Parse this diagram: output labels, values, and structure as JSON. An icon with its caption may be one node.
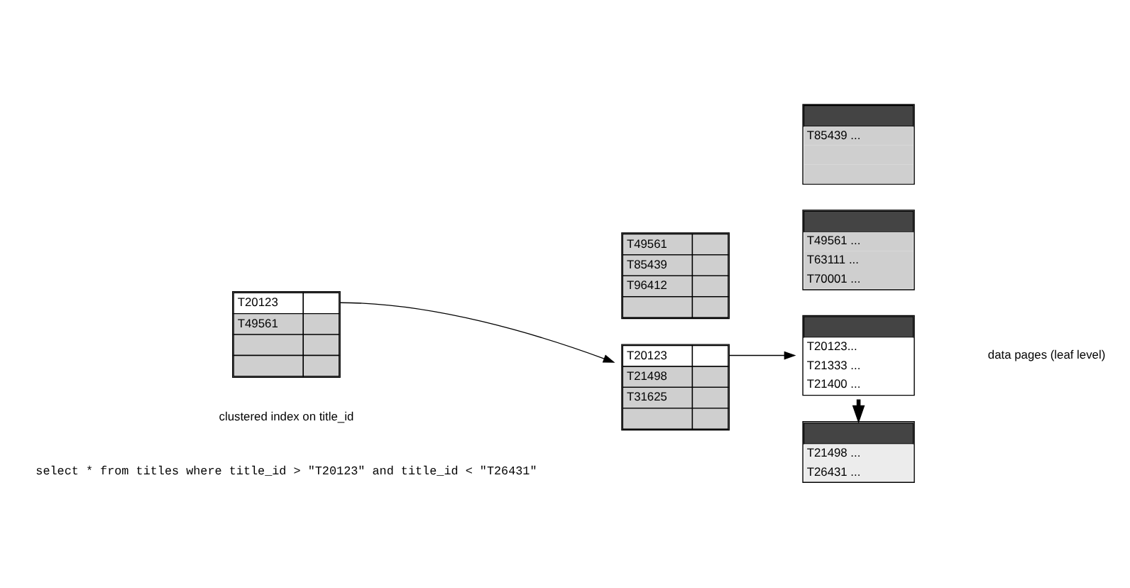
{
  "diagram": {
    "nodes": [
      {
        "text": [
          "T20123",
          "T49561"
        ]
      },
      {
        "text": [
          "T20123",
          "T21498",
          "T31625"
        ]
      },
      {
        "text": [
          "T49561",
          "T85439",
          "T96412"
        ]
      },
      {
        "text": [
          "T20123...",
          "T21333 ...",
          "T21400 ..."
        ]
      },
      {
        "text": [
          "T21498 ...",
          "T26431 ..."
        ]
      },
      {
        "text": [
          "T49561 ...",
          "T63111 ...",
          "T70001 ..."
        ]
      },
      {
        "text": [
          "T85439 ..."
        ]
      }
    ],
    "edges": [
      {
        "from": 0,
        "to": 1,
        "arrow": "to"
      },
      {
        "from": 1,
        "to": 3,
        "arrow": "to"
      },
      {
        "from": 3,
        "to": 4,
        "arrow": "to",
        "style": "thick"
      }
    ],
    "labels": [
      "select * from titles where title_id > \"T20123\" and title_id < \"T26431\"",
      "data pages (leaf level)",
      "clustered index on title_id"
    ]
  }
}
